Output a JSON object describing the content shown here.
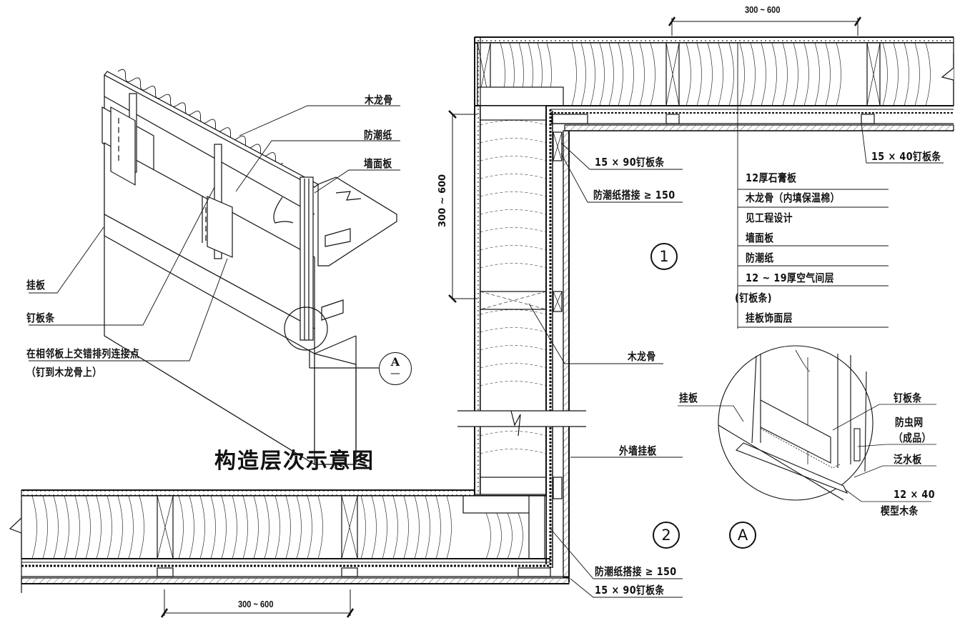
{
  "title": "构造层次示意图",
  "isometric_labels": {
    "stud": "木龙骨",
    "moisture_paper": "防潮纸",
    "sheathing": "墙面板",
    "siding": "挂板",
    "furring_strip": "钉板条",
    "staggered_note_line1": "在相邻板上交错排列连接点",
    "staggered_note_line2": "（钉到木龙骨上）"
  },
  "section_marker": {
    "letter": "A",
    "sub": "—"
  },
  "plan_labels": {
    "dim_top": "300 ~ 600",
    "dim_left": "300 ~ 600",
    "dim_bottom": "300 ~ 600",
    "furring_15x90_top": "15 × 90钉板条",
    "lap_top": "防潮纸搭接 ≥ 150",
    "furring_15x40": "15 × 40钉板条",
    "stud": "木龙骨",
    "exterior_siding": "外墙挂板",
    "lap_bottom": "防潮纸搭接 ≥ 150",
    "furring_15x90_bottom": "15 × 90钉板条"
  },
  "layer_legend": [
    "12厚石膏板",
    "木龙骨（内填保温棉）",
    "见工程设计",
    "墙面板",
    "防潮纸",
    "12 ~ 19厚空气间层",
    "(钉板条)",
    "挂板饰面层"
  ],
  "detail_labels": {
    "siding": "挂板",
    "furring_strip": "钉板条",
    "insect_mesh_line1": "防虫网",
    "insect_mesh_line2": "（成品）",
    "flashing": "泛水板",
    "wedge_size": "12 × 40",
    "wedge_name": "楔型木条"
  },
  "tags": {
    "one": "1",
    "two": "2",
    "detail": "A"
  }
}
